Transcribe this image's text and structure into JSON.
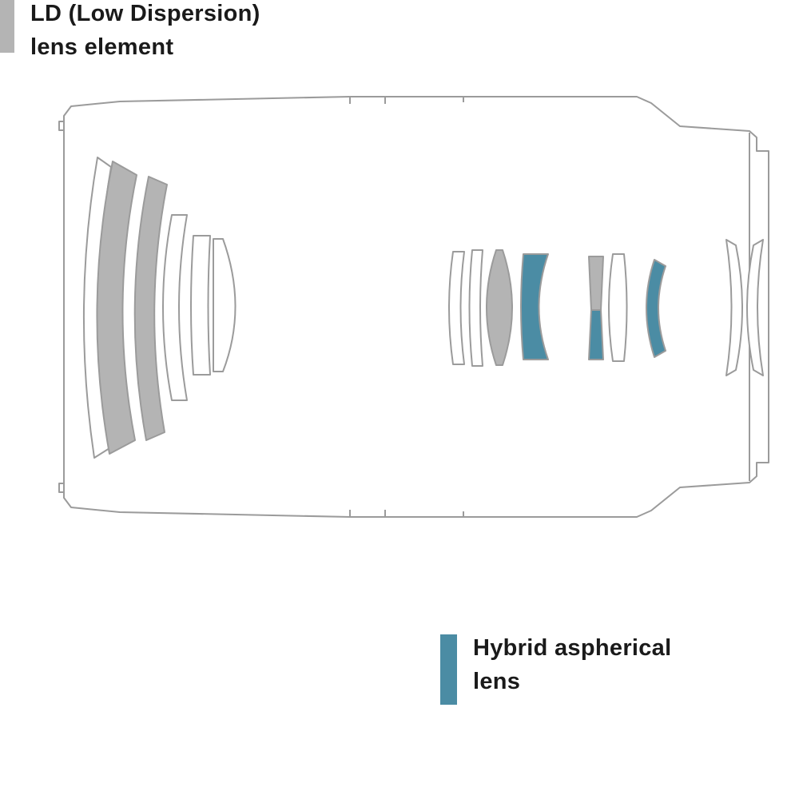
{
  "colors": {
    "background": "#ffffff",
    "outline": "#9b9b9b",
    "white_element": "#ffffff",
    "ld": "#b4b4b4",
    "hybrid": "#4b8ca4",
    "text": "#1a1a1a"
  },
  "legend": {
    "ld": {
      "line1": "LD (Low Dispersion)",
      "line2": "lens element"
    },
    "hybrid": {
      "line1": "Hybrid aspherical",
      "line2": "lens"
    }
  }
}
